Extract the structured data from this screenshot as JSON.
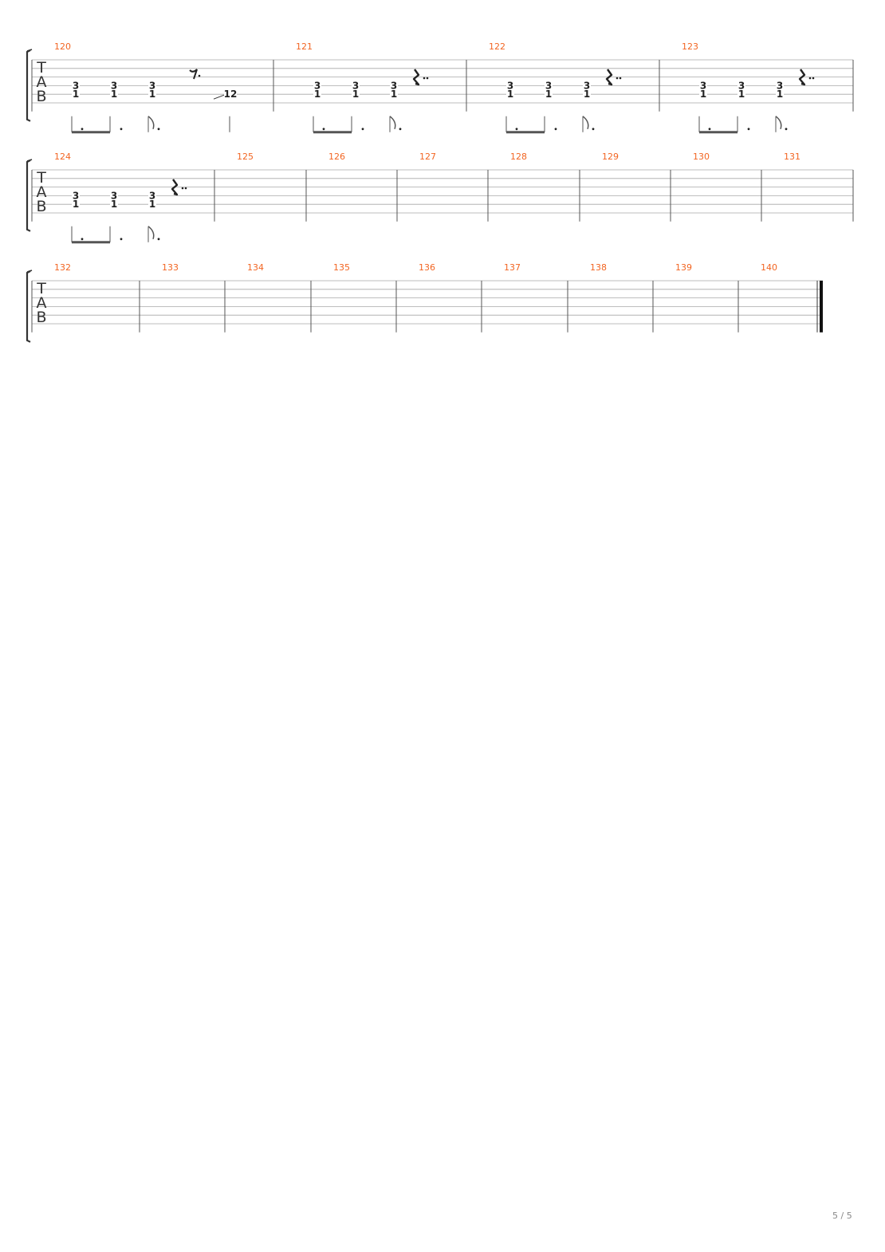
{
  "page": {
    "number_label": "5 / 5"
  },
  "tab_clef": {
    "letters": [
      "T",
      "A",
      "B"
    ]
  },
  "systems": [
    {
      "measures": [
        {
          "number": "120",
          "chords": [
            [
              "3",
              "1"
            ],
            [
              "3",
              "1"
            ],
            [
              "3",
              "1"
            ]
          ],
          "rest": "eighth",
          "slide_note": "12"
        },
        {
          "number": "121",
          "chords": [
            [
              "3",
              "1"
            ],
            [
              "3",
              "1"
            ],
            [
              "3",
              "1"
            ]
          ],
          "rest": "quarter"
        },
        {
          "number": "122",
          "chords": [
            [
              "3",
              "1"
            ],
            [
              "3",
              "1"
            ],
            [
              "3",
              "1"
            ]
          ],
          "rest": "quarter"
        },
        {
          "number": "123",
          "chords": [
            [
              "3",
              "1"
            ],
            [
              "3",
              "1"
            ],
            [
              "3",
              "1"
            ]
          ],
          "rest": "quarter"
        }
      ]
    },
    {
      "measures": [
        {
          "number": "124",
          "chords": [
            [
              "3",
              "1"
            ],
            [
              "3",
              "1"
            ],
            [
              "3",
              "1"
            ]
          ],
          "rest": "quarter"
        },
        {
          "number": "125",
          "chords": []
        },
        {
          "number": "126",
          "chords": []
        },
        {
          "number": "127",
          "chords": []
        },
        {
          "number": "128",
          "chords": []
        },
        {
          "number": "129",
          "chords": []
        },
        {
          "number": "130",
          "chords": []
        },
        {
          "number": "131",
          "chords": []
        }
      ]
    },
    {
      "final_barline": true,
      "measures": [
        {
          "number": "132",
          "chords": []
        },
        {
          "number": "133",
          "chords": []
        },
        {
          "number": "134",
          "chords": []
        },
        {
          "number": "135",
          "chords": []
        },
        {
          "number": "136",
          "chords": []
        },
        {
          "number": "137",
          "chords": []
        },
        {
          "number": "138",
          "chords": []
        },
        {
          "number": "139",
          "chords": []
        },
        {
          "number": "140",
          "chords": []
        }
      ]
    }
  ]
}
